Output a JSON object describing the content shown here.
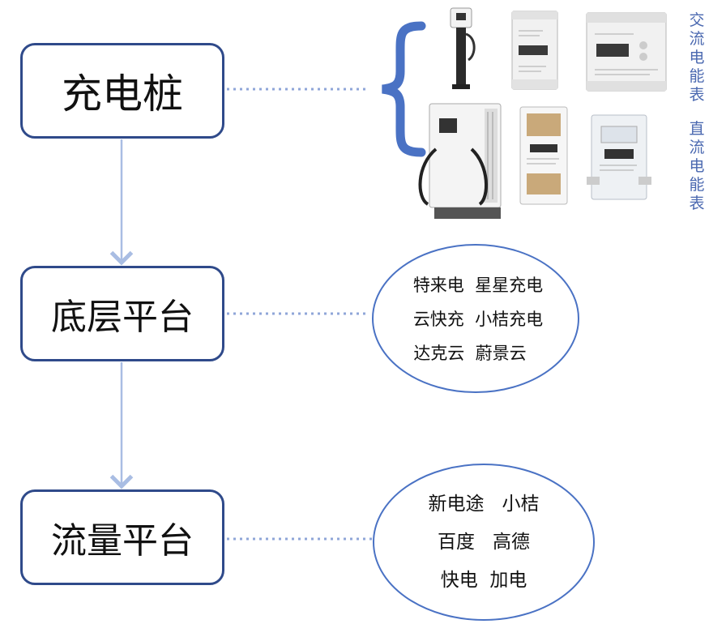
{
  "nodes": {
    "charging_pile": "充电桩",
    "base_platform": "底层平台",
    "traffic_platform": "流量平台"
  },
  "meter_labels": {
    "ac": "交流电能表",
    "dc": "直流电能表"
  },
  "base_platforms": [
    [
      "特来电",
      "星星充电"
    ],
    [
      "云快充",
      "小桔充电"
    ],
    [
      "达克云",
      "蔚景云"
    ]
  ],
  "traffic_platforms": [
    [
      "新电途",
      "小桔"
    ],
    [
      "百度",
      "高德"
    ],
    [
      "快电",
      "加电"
    ]
  ],
  "colors": {
    "box_border": "#2f4a8a",
    "arrow": "#a9bde3",
    "dotted": "#8fa6d8",
    "brace": "#4a72c4",
    "label": "#4a68b0"
  }
}
